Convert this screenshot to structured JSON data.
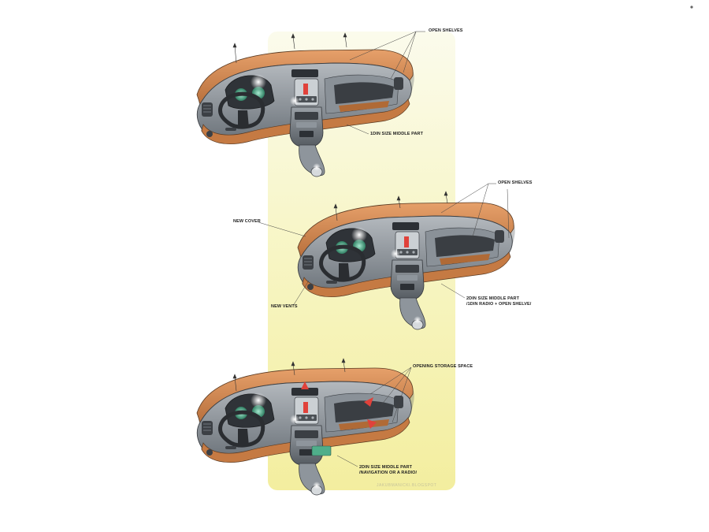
{
  "colors": {
    "background": "#ffffff",
    "panel_gradient_top": "#fbfbe9",
    "panel_gradient_bottom": "#f4f0a6",
    "dash_top": "#d08a55",
    "dash_body": "#8e959c",
    "dash_dark": "#3e4247",
    "accent_orange": "#cd7a3c",
    "gauge_green": "#4fae8a",
    "indicator_red": "#e0413a"
  },
  "sketch_1": {
    "label_open_shelves": "OPEN SHELVES",
    "label_middle_part": "1DIN SIZE MIDDLE PART"
  },
  "sketch_2": {
    "label_open_shelves": "OPEN SHELVES",
    "label_new_cover": "NEW COVER",
    "label_new_vents": "NEW VENTS",
    "label_middle_part_line1": "2DIN SIZE MIDDLE PART",
    "label_middle_part_line2": "/1DIN RADIO + OPEN SHELVE/"
  },
  "sketch_3": {
    "label_storage": "OPENING STORAGE SPACE",
    "label_middle_part_line1": "2DIN SIZE MIDDLE PART",
    "label_middle_part_line2": "/NAVIGATION OR A RADIO/"
  },
  "signature": "JAKUBMANICKI.BLOGSPOT"
}
